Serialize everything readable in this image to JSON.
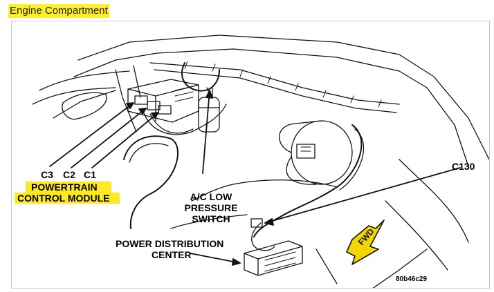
{
  "header": {
    "title": "Engine Compartment"
  },
  "labels": {
    "c3": "C3",
    "c2": "C2",
    "c1": "C1",
    "pcm_line1": "POWERTRAIN",
    "pcm_line2": "CONTROL MODULE",
    "ac_line1": "A/C LOW",
    "ac_line2": "PRESSURE",
    "ac_line3": "SWITCH",
    "pdc_line1": "POWER DISTRIBUTION",
    "pdc_line2": "CENTER",
    "c130": "C130",
    "fwd": "FWD",
    "figure_code": "80b46c29"
  },
  "colors": {
    "highlight": "#ffe924",
    "fwd_arrow": "#f3d600"
  }
}
